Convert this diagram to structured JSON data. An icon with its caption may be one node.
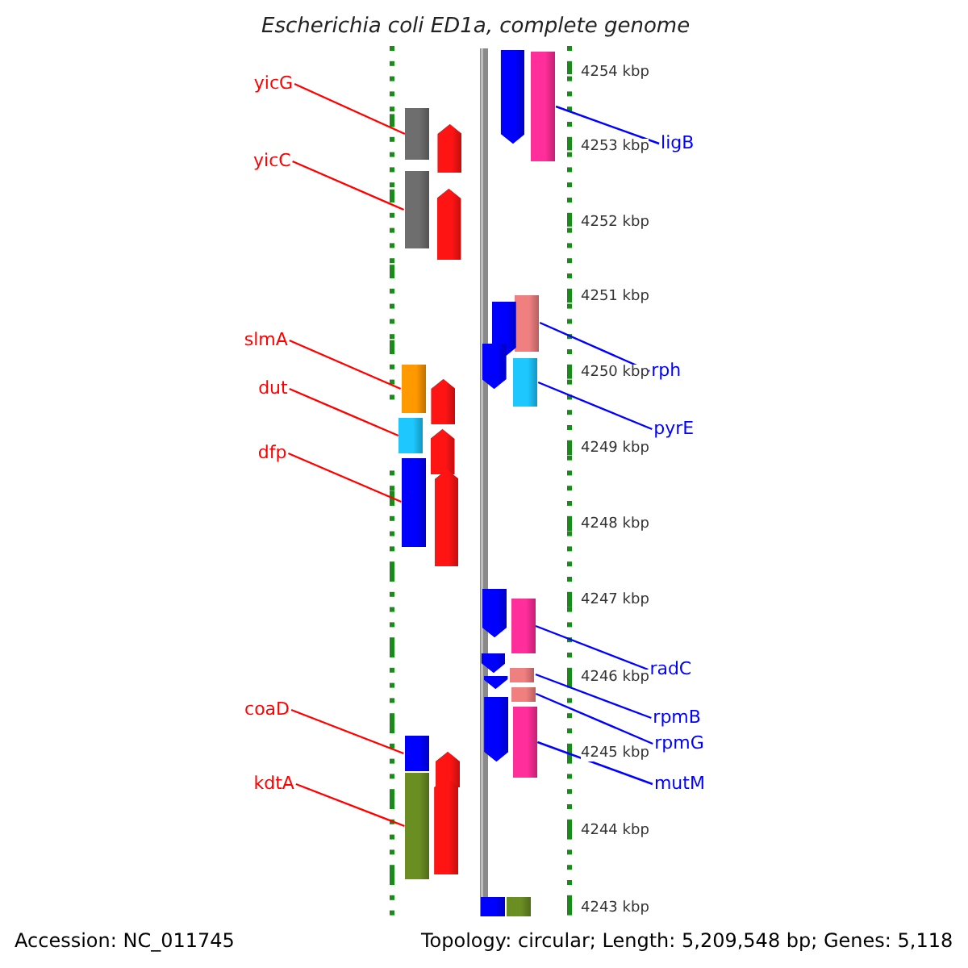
{
  "diagram": {
    "title": "Escherichia coli ED1a, complete genome",
    "nodes": [
      {
        "text": [
          "yicG"
        ]
      },
      {
        "text": [],
        "shape": "bar"
      },
      {
        "text": [
          "yicC"
        ]
      },
      {
        "text": [],
        "shape": "bar"
      },
      {
        "text": [
          "slmA"
        ]
      },
      {
        "text": [],
        "shape": "bar"
      },
      {
        "text": [
          "dut"
        ]
      },
      {
        "text": [],
        "shape": "bar"
      },
      {
        "text": [
          "dfp"
        ]
      },
      {
        "text": [],
        "shape": "bar"
      },
      {
        "text": [
          "coaD"
        ]
      },
      {
        "text": [],
        "shape": "bar"
      },
      {
        "text": [
          "kdtA"
        ]
      },
      {
        "text": [],
        "shape": "bar"
      },
      {
        "text": [
          "ligB"
        ]
      },
      {
        "text": [],
        "shape": "bar"
      },
      {
        "text": [
          "rph"
        ]
      },
      {
        "text": [],
        "shape": "bar"
      },
      {
        "text": [
          "pyrE"
        ]
      },
      {
        "text": [],
        "shape": "bar"
      },
      {
        "text": [
          "radC"
        ]
      },
      {
        "text": [],
        "shape": "bar"
      },
      {
        "text": [
          "rpmB"
        ]
      },
      {
        "text": [],
        "shape": "bar"
      },
      {
        "text": [
          "rpmG"
        ]
      },
      {
        "text": [],
        "shape": "bar"
      },
      {
        "text": [
          "mutM"
        ]
      },
      {
        "text": [],
        "shape": "bar"
      },
      {
        "text": [],
        "shape": "bar"
      },
      {
        "text": [],
        "shape": "bar"
      },
      {
        "text": [],
        "shape": "bar"
      },
      {
        "text": [],
        "shape": "bar"
      },
      {
        "text": [],
        "shape": "bar"
      },
      {
        "text": [],
        "shape": "bar"
      },
      {
        "text": [],
        "shape": "bar"
      },
      {
        "text": [],
        "shape": "bar"
      },
      {
        "text": [],
        "shape": "bar"
      },
      {
        "text": [],
        "shape": "bar"
      },
      {
        "text": [],
        "shape": "bar"
      },
      {
        "text": [],
        "shape": "bar"
      },
      {
        "text": [],
        "shape": "bar"
      },
      {
        "text": [],
        "shape": "bar"
      },
      {
        "text": [],
        "shape": "bar"
      },
      {
        "text": [],
        "shape": "bar"
      }
    ],
    "edges": [
      {
        "from": 0,
        "to": 1,
        "arrow": "none",
        "color": "#ff0000"
      },
      {
        "from": 2,
        "to": 3,
        "arrow": "none",
        "color": "#ff0000"
      },
      {
        "from": 4,
        "to": 5,
        "arrow": "none",
        "color": "#ff0000"
      },
      {
        "from": 6,
        "to": 7,
        "arrow": "none",
        "color": "#ff0000"
      },
      {
        "from": 8,
        "to": 9,
        "arrow": "none",
        "color": "#ff0000"
      },
      {
        "from": 10,
        "to": 11,
        "arrow": "none",
        "color": "#ff0000"
      },
      {
        "from": 12,
        "to": 13,
        "arrow": "none",
        "color": "#ff0000"
      },
      {
        "from": 14,
        "to": 15,
        "arrow": "none",
        "color": "#0000ff"
      },
      {
        "from": 16,
        "to": 17,
        "arrow": "none",
        "color": "#0000ff"
      },
      {
        "from": 18,
        "to": 19,
        "arrow": "none",
        "color": "#0000ff"
      },
      {
        "from": 20,
        "to": 21,
        "arrow": "none",
        "color": "#0000ff"
      },
      {
        "from": 22,
        "to": 23,
        "arrow": "none",
        "color": "#0000ff"
      },
      {
        "from": 24,
        "to": 25,
        "arrow": "none",
        "color": "#0000ff"
      },
      {
        "from": 26,
        "to": 27,
        "arrow": "none",
        "color": "#0000ff"
      }
    ],
    "labels": [
      "4254 kbp",
      "4253 kbp",
      "4252 kbp",
      "4251 kbp",
      "4250 kbp",
      "4249 kbp",
      "4248 kbp",
      "4247 kbp",
      "4246 kbp",
      "4245 kbp",
      "4244 kbp",
      "4243 kbp",
      "Accession: NC_011745",
      "Topology: circular; Length: 5,209,548 bp; Genes: 5,118"
    ]
  }
}
